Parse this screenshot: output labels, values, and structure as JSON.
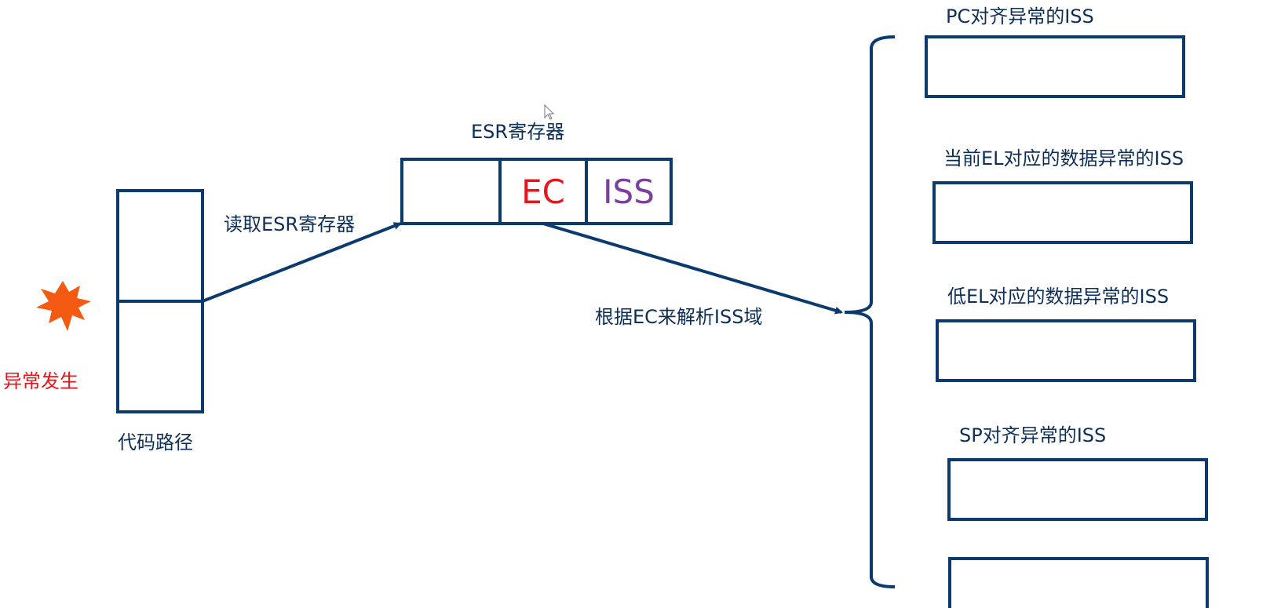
{
  "colors": {
    "stroke": "#0b3a6e",
    "ec_text": "#e8151b",
    "iss_text": "#7a3fa0",
    "exception_label": "#e8151b",
    "burst": "#f45a12"
  },
  "exception_label": "异常发生",
  "code_path_label": "代码路径",
  "read_arrow_label": "读取ESR寄存器",
  "esr": {
    "title": "ESR寄存器",
    "ec": "EC",
    "iss": "ISS"
  },
  "parse_arrow_label": "根据EC来解析ISS域",
  "iss_types": [
    {
      "label": "PC对齐异常的ISS",
      "fill": "#f6fbfe"
    },
    {
      "label": "当前EL对应的数据异常的ISS",
      "fill": "#a8def9"
    },
    {
      "label": "低EL对应的数据异常的ISS",
      "fill": "#fdfde0"
    },
    {
      "label": "SP对齐异常的ISS",
      "fill": "#fde2cc"
    },
    {
      "label": "",
      "fill": "#fdfbc4"
    }
  ]
}
